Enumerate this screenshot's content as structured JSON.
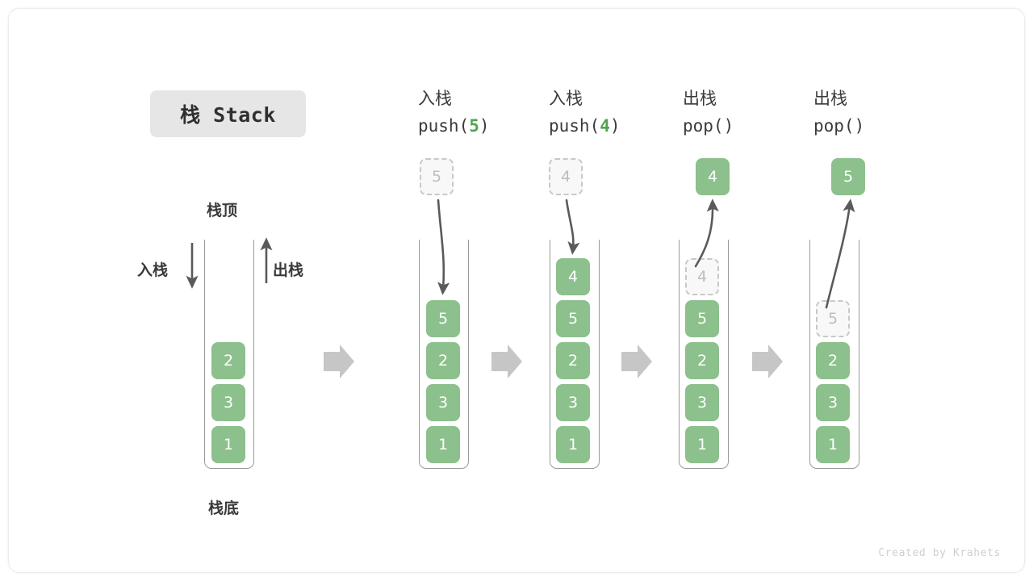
{
  "title_badge": {
    "text": "栈 Stack"
  },
  "labels": {
    "top": "栈顶",
    "bottom": "栈底",
    "push_arrow": "入栈",
    "pop_arrow": "出栈"
  },
  "operations": [
    {
      "cn": "入栈",
      "code_prefix": "push(",
      "arg": "5",
      "code_suffix": ")"
    },
    {
      "cn": "入栈",
      "code_prefix": "push(",
      "arg": "4",
      "code_suffix": ")"
    },
    {
      "cn": "出栈",
      "code_prefix": "pop(",
      "arg": "",
      "code_suffix": ")"
    },
    {
      "cn": "出栈",
      "code_prefix": "pop(",
      "arg": "",
      "code_suffix": ")"
    }
  ],
  "columns": [
    {
      "name": "initial-stack",
      "cells": [
        "2",
        "3",
        "1"
      ],
      "ghost_in_stack": null,
      "detached": null
    },
    {
      "name": "after-push-5",
      "cells": [
        "5",
        "2",
        "3",
        "1"
      ],
      "ghost_in_stack": null,
      "detached": {
        "value": "5",
        "style": "ghost"
      }
    },
    {
      "name": "after-push-4",
      "cells": [
        "4",
        "5",
        "2",
        "3",
        "1"
      ],
      "ghost_in_stack": null,
      "detached": {
        "value": "4",
        "style": "ghost"
      }
    },
    {
      "name": "after-pop-4",
      "cells": [
        "5",
        "2",
        "3",
        "1"
      ],
      "ghost_in_stack": {
        "value": "4"
      },
      "detached": {
        "value": "4",
        "style": "filled"
      }
    },
    {
      "name": "after-pop-5",
      "cells": [
        "2",
        "3",
        "1"
      ],
      "ghost_in_stack": {
        "value": "5"
      },
      "detached": {
        "value": "5",
        "style": "filled"
      }
    }
  ],
  "footer": {
    "credit": "Created by Krahets"
  },
  "colors": {
    "cell_fill": "#8cc08c",
    "cell_text": "#ffffff",
    "ghost_border": "#c8c8c8",
    "ghost_text": "#bdbdbd",
    "accent_green": "#52a352",
    "frame_stroke": "#9a9a9a",
    "step_arrow": "#c6c6c6",
    "badge_bg": "#e6e6e6",
    "text_dark": "#3a3a3a"
  }
}
